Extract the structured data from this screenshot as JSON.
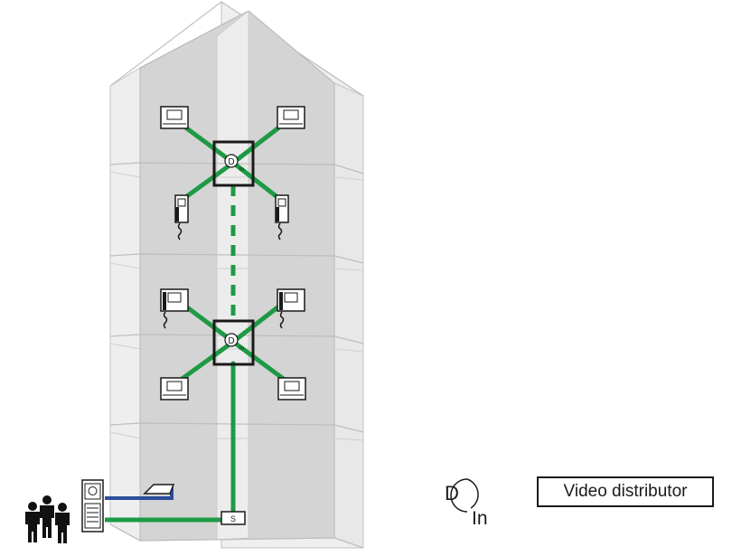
{
  "labels": {
    "distributor_symbol": "D",
    "distributor_sub": "In",
    "legend_text": "Video distributor",
    "switch_symbol": "S",
    "node_symbol": "D"
  },
  "colors": {
    "cable_green": "#1e9a45",
    "cable_blue": "#2e4e9b",
    "building_fill": "#d6d6d6",
    "building_light": "#ececec",
    "outline": "#1a1a1a"
  },
  "icons": [
    "video-monitor-icon",
    "intercom-handset-icon",
    "door-panel-icon",
    "people-icon",
    "camera-icon",
    "distributor-box-icon"
  ]
}
